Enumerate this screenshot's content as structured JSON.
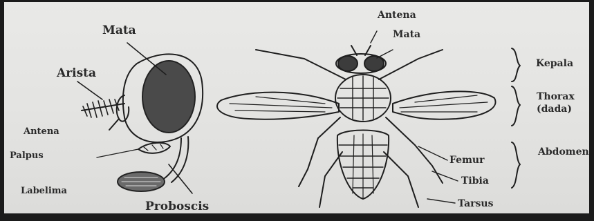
{
  "head_diagram": {
    "labels": {
      "mata": "Mata",
      "arista": "Arista",
      "antena": "Antena",
      "palpus": "Palpus",
      "labelima": "Labelima",
      "proboscis": "Proboscis"
    }
  },
  "body_diagram": {
    "labels": {
      "antena": "Antena",
      "mata": "Mata",
      "femur": "Femur",
      "tibia": "Tibia",
      "tarsus": "Tarsus"
    },
    "regions": {
      "kepala": "Kepala",
      "thorax_line1": "Thorax",
      "thorax_line2": "(dada)",
      "abdomen": "Abdomen"
    }
  }
}
